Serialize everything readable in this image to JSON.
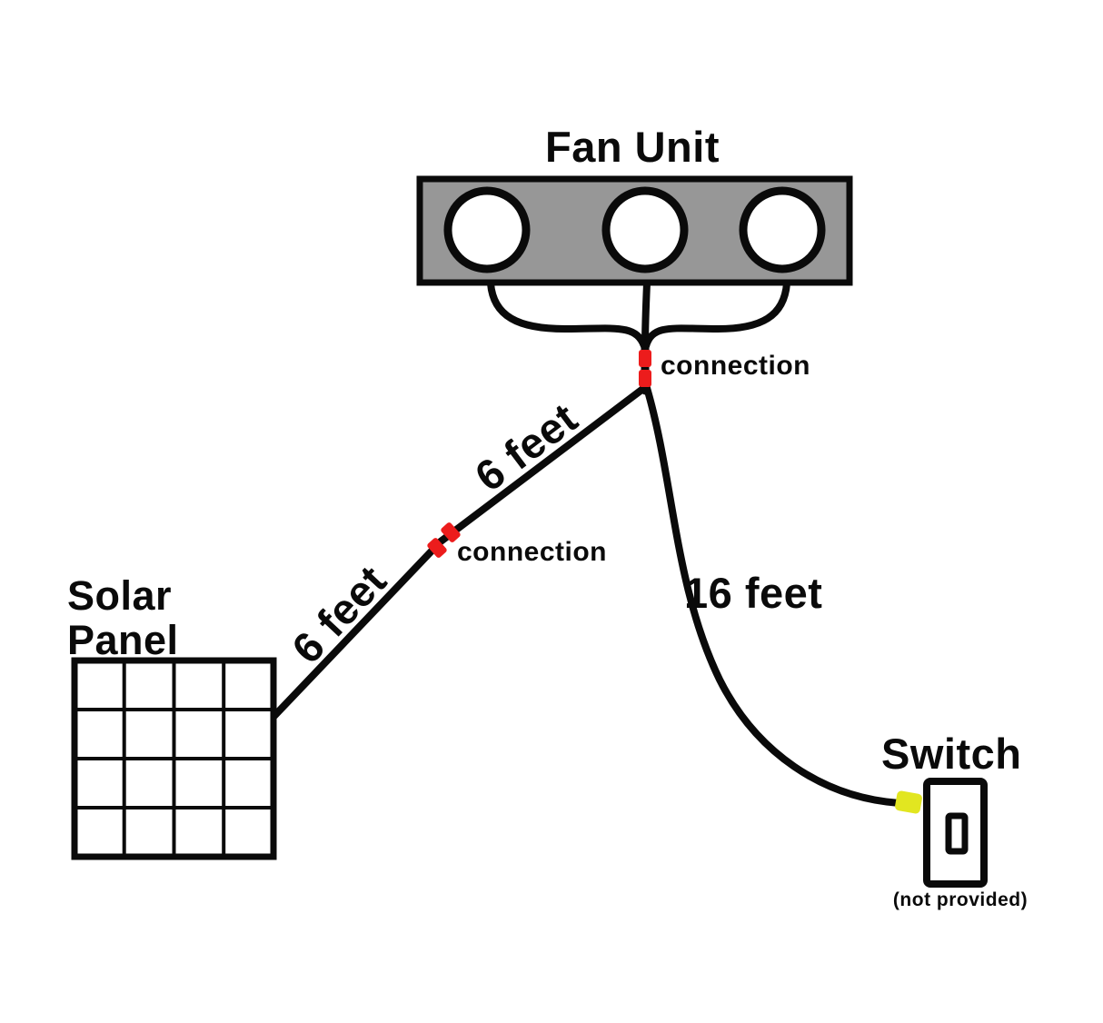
{
  "fan_unit": {
    "title": "Fan Unit"
  },
  "solar_panel": {
    "title_line1": "Solar",
    "title_line2": "Panel"
  },
  "switch": {
    "title": "Switch",
    "note": "(not provided)"
  },
  "connections": {
    "fan_connection_label": "connection",
    "panel_connection_label": "connection"
  },
  "cables": {
    "panel_segment_length": "6 feet",
    "fan_segment_length": "6 feet",
    "switch_cable_length": "16 feet"
  },
  "colors": {
    "fan_body_gray": "#979797",
    "connection_red": "#ec1c1c",
    "connector_yellow": "#e2e620",
    "wire_black": "#0a0a0a",
    "shape_fill_white": "#ffffff"
  }
}
